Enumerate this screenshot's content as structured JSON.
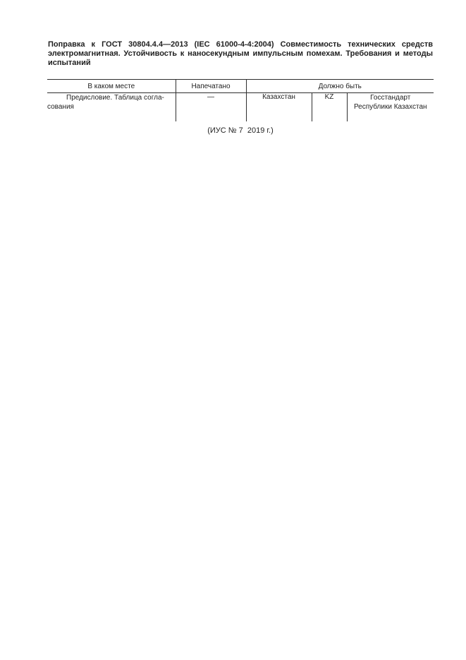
{
  "page": {
    "heading": "Поправка к ГОСТ 30804.4.4—2013 (IEC 61000-4-4:2004) Совместимость технических средств электромагнитная. Устойчивость к наносекундным импульсным помехам. Требования и методы испытаний",
    "caption": "(ИУС № 7  2019 г.)"
  },
  "table": {
    "headers": {
      "location": "В каком месте",
      "printed": "Напечатано",
      "should_be": "Должно быть"
    },
    "row": {
      "location_lines": [
        "Предисловие. Таблица согла-",
        "сования"
      ],
      "printed": "—",
      "should_be": {
        "country": "Казахстан",
        "code": "KZ",
        "authority_lines": [
          "Госстандарт",
          "Республики Казахстан"
        ]
      }
    }
  }
}
